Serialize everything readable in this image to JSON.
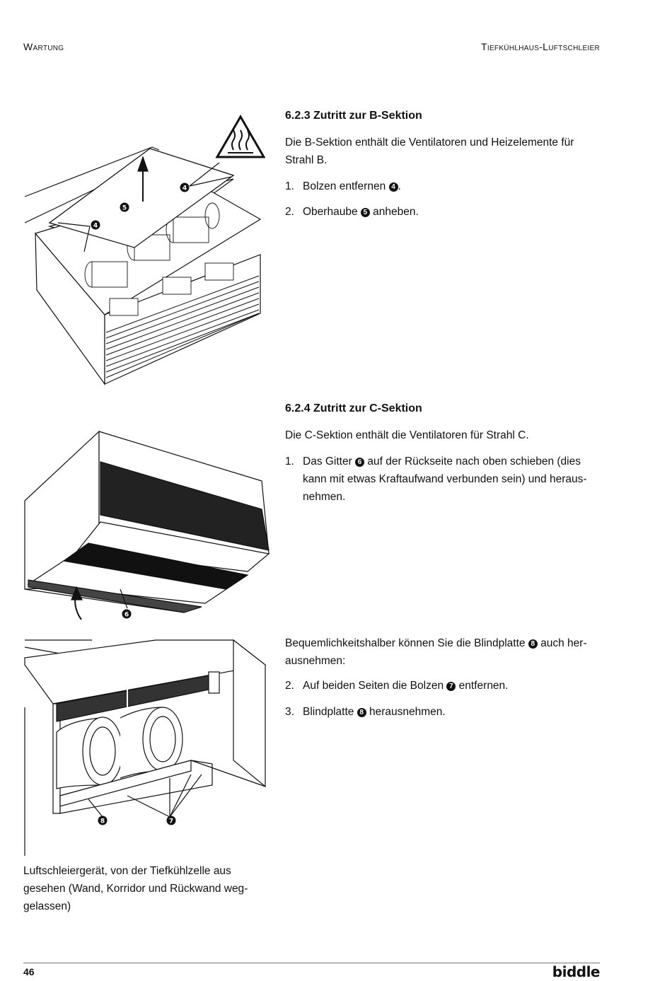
{
  "header": {
    "left": "Wartung",
    "right": "Tiefkühlhaus-Luftschleier"
  },
  "section_b": {
    "title": "6.2.3 Zutritt zur B-Sektion",
    "intro": "Die B-Sektion enthält die Ventilatoren und Heizelemente für Strahl B.",
    "steps": [
      {
        "num": "1.",
        "before": "Bolzen entfernen ",
        "marker": "4",
        "after": "."
      },
      {
        "num": "2.",
        "before": "Oberhaube ",
        "marker": "5",
        "after": " anheben."
      }
    ]
  },
  "section_c": {
    "title": "6.2.4 Zutritt zur C-Sektion",
    "intro": "Die C-Sektion enthält die Ventilatoren für Strahl C.",
    "steps": [
      {
        "num": "1.",
        "before": "Das Gitter ",
        "marker": "6",
        "after": " auf der Rückseite nach oben schieben (dies kann mit etwas Kraftaufwand verbunden sein) und heraus­nehmen."
      }
    ],
    "note_before": "Bequemlichkeitshalber können Sie die Blindplatte ",
    "note_marker": "8",
    "note_after": " auch her­ausnehmen:",
    "steps2": [
      {
        "num": "2.",
        "before": "Auf beiden Seiten die Bolzen ",
        "marker": "7",
        "after": " entfernen."
      },
      {
        "num": "3.",
        "before": "Blindplatte ",
        "marker": "8",
        "after": " herausnehmen."
      }
    ]
  },
  "figures": {
    "fig1_markers": [
      "4",
      "5",
      "4"
    ],
    "fig2_markers": [
      "6"
    ],
    "fig3_markers": [
      "8",
      "7"
    ]
  },
  "caption": "Luftschleiergerät, von der Tiefkühlzelle aus gesehen (Wand, Korridor und Rückwand weg­gelassen)",
  "footer": {
    "page": "46",
    "logo": "biddle"
  }
}
